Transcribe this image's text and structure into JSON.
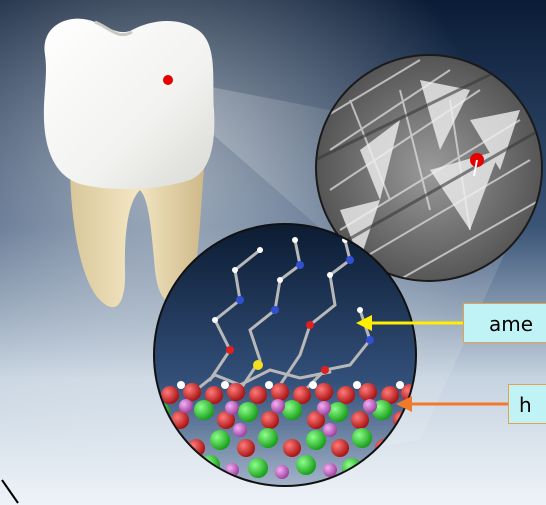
{
  "labels": {
    "amelogenin": "ame",
    "hydroxyapatite": "h"
  },
  "colors": {
    "background_dark": "#0b1f3a",
    "background_light": "#eef3f8",
    "enamel_marker": "#e60000",
    "arrow_yellow": "#ffee00",
    "arrow_orange": "#f07a2a",
    "callout_fill": "#bff3f6",
    "callout_border": "#e6a24a",
    "oxygen_atom": "#d42020",
    "calcium_atom": "#22cc22",
    "phosphorus_atom": "#cc66cc"
  },
  "icons": [
    "tooth-illustration",
    "sem-micrograph-inset",
    "molecular-model-inset"
  ]
}
